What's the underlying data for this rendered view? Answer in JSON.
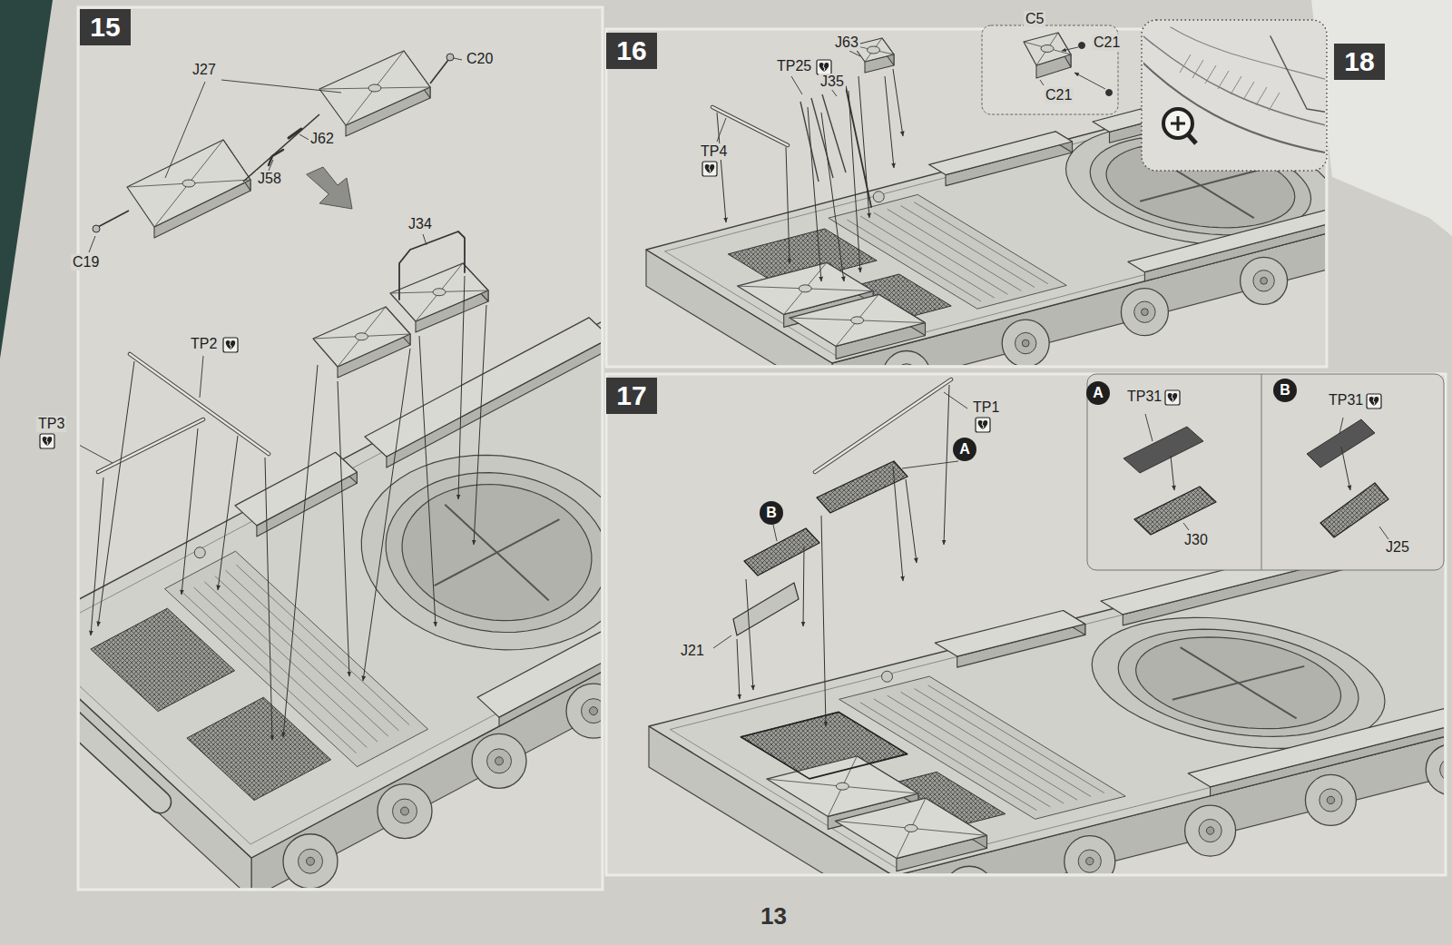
{
  "diagram": {
    "nodes": [
      {
        "text": [
          "15"
        ]
      },
      {
        "text": [
          "16"
        ]
      },
      {
        "text": [
          "18"
        ]
      },
      {
        "text": [
          "17"
        ]
      },
      {
        "text": [
          "A"
        ]
      },
      {
        "text": [
          "B"
        ]
      },
      {
        "text": [
          "A"
        ]
      },
      {
        "text": [
          "B"
        ]
      }
    ],
    "labels": [
      "J27",
      "C20",
      "J62",
      "J58",
      "C19",
      "J34",
      "TP2",
      "TP3",
      "J63",
      "C5",
      "C21",
      "C21",
      "TP25",
      "J35",
      "TP4",
      "TP1",
      "J21",
      "TP31",
      "J30",
      "TP31",
      "J25",
      "13"
    ]
  }
}
